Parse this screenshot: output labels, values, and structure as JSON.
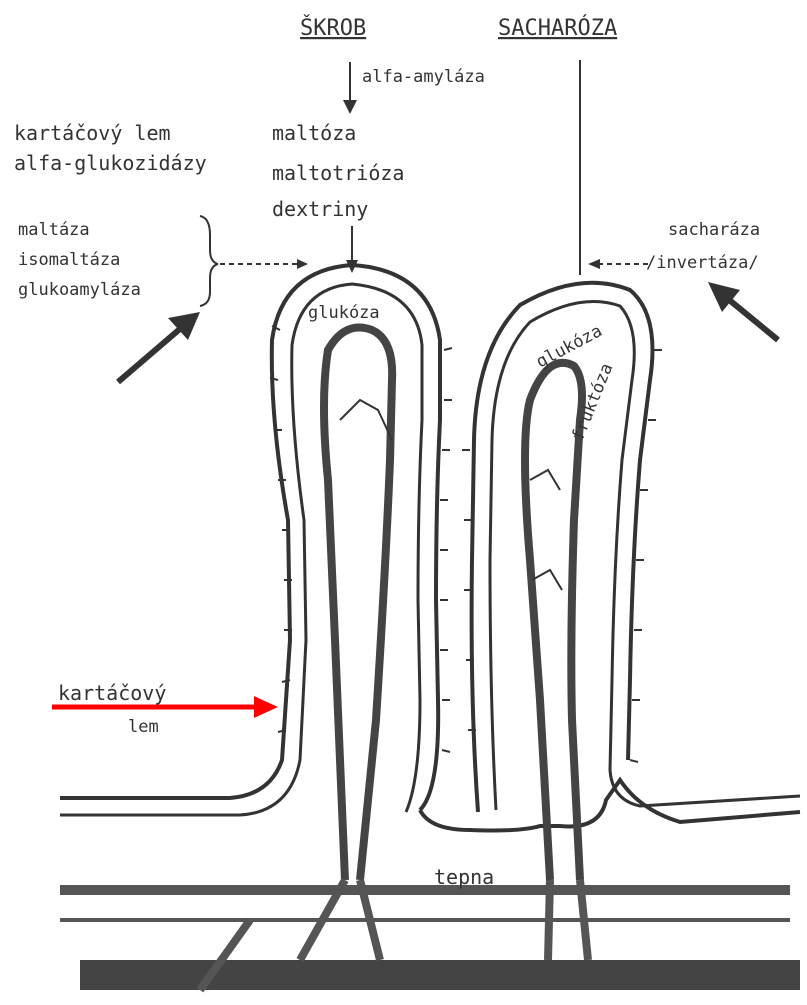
{
  "substrates": {
    "starch": "ŠKROB",
    "sucrose": "SACHARÓZA"
  },
  "enzyme_amylase": "alfa-amyláza",
  "brush_border_heading": {
    "line1": "kartáčový lem",
    "line2": "alfa-glukozidázy"
  },
  "starch_products": [
    "maltóza",
    "maltotrióza",
    "dextriny"
  ],
  "brush_border_enzymes": [
    "maltáza",
    "isomaltáza",
    "glukoamyláza"
  ],
  "sucrase": {
    "line1": "sacharáza",
    "line2": "/invertáza/"
  },
  "villus_left_label": "glukóza",
  "villus_right_labels": [
    "glukóza",
    "fruktóza"
  ],
  "brush_border_label": {
    "line1": "kartáčový",
    "line2": "lem"
  },
  "artery_label": "tepna",
  "colors": {
    "ink": "#333333",
    "highlight_arrow": "#ff0000",
    "background": "#ffffff"
  }
}
